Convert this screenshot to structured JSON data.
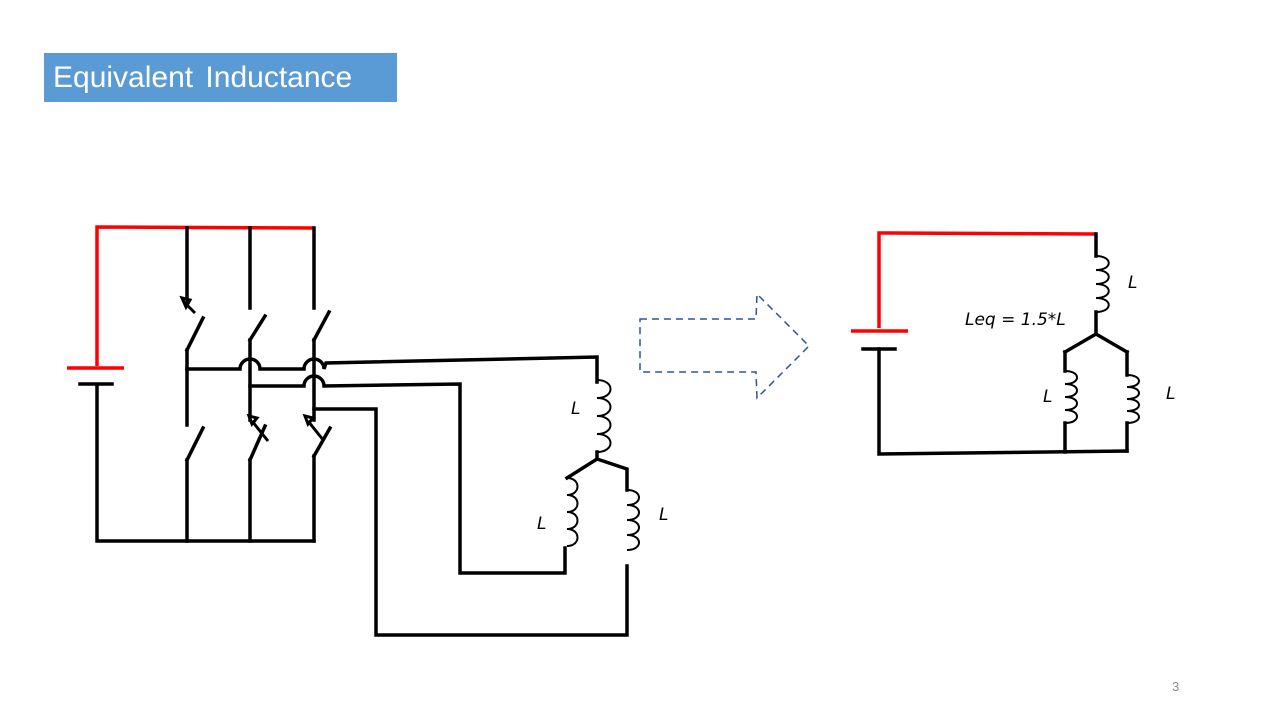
{
  "slide": {
    "title": "Equivalent  Inductance",
    "page_number": "3"
  },
  "circuit_left": {
    "inductor_labels": [
      "L",
      "L",
      "L"
    ]
  },
  "circuit_right": {
    "equation": "Leq = 1.5*L",
    "inductor_labels": [
      "L",
      "L",
      "L"
    ]
  },
  "colors": {
    "title_bg": "#5b9bd5",
    "title_text": "#ffffff",
    "dc_rail": "#ff0000",
    "wire": "#000000",
    "arrow": "#2f5597",
    "page_number": "#8c8c8c"
  }
}
